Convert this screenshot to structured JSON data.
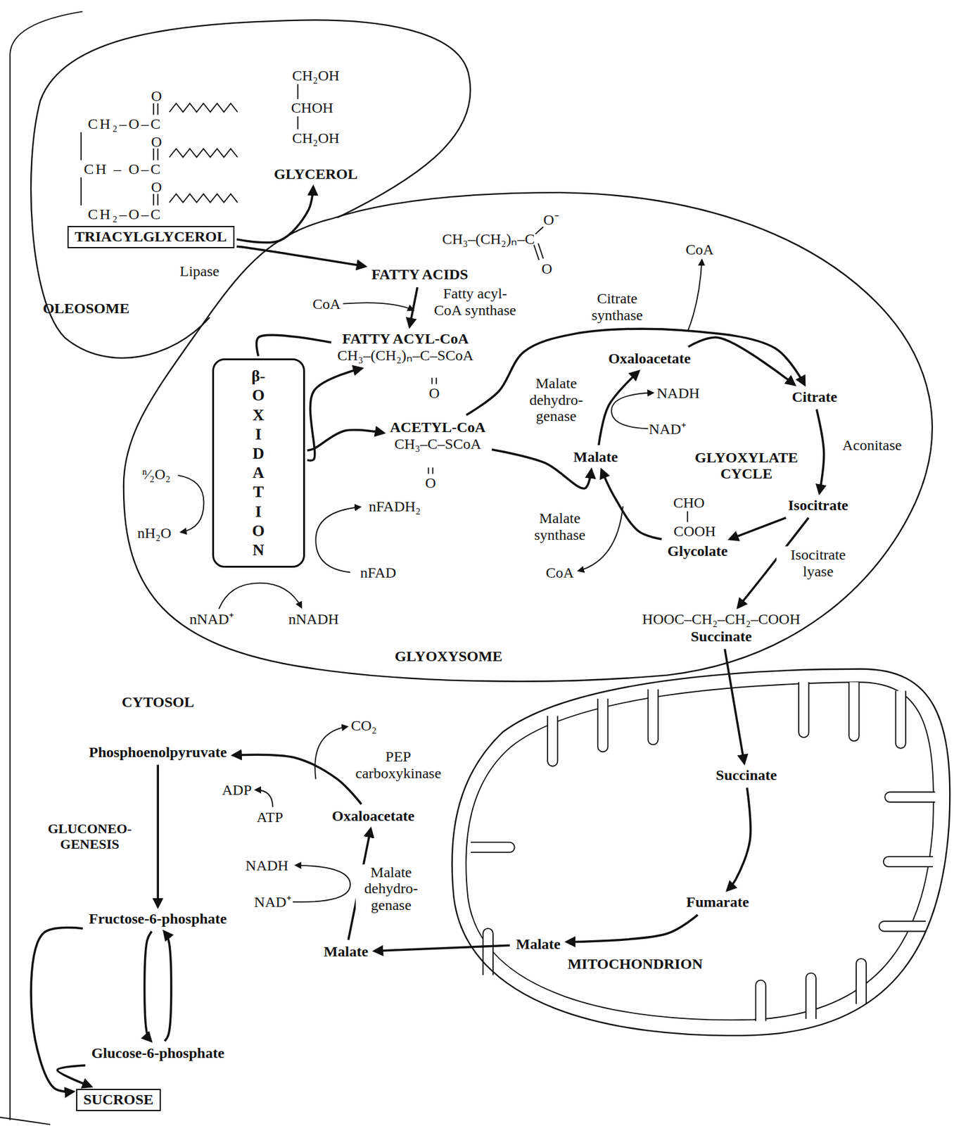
{
  "diagram": {
    "nodes": [
      {
        "text": [
          "OLEOSOME"
        ]
      },
      {
        "text": [
          "TRIACYLGLYCEROL"
        ],
        "in": 0
      },
      {
        "text": [
          "GLYCEROL"
        ],
        "in": 0
      },
      {
        "text": [
          "GLYOXYSOME"
        ]
      },
      {
        "text": [
          "FATTY ACIDS"
        ],
        "in": 3
      },
      {
        "text": [
          "FATTY ACYL-CoA",
          "CH₃–(CH₂)ₙ–C–SCoA"
        ],
        "in": 3
      },
      {
        "text": [
          "ACETYL-CoA",
          "CH₃–C–SCoA"
        ],
        "in": 3
      },
      {
        "text": [
          "β-OXIDATION"
        ],
        "in": 3
      },
      {
        "text": [
          "Oxaloacetate"
        ],
        "in": 3
      },
      {
        "text": [
          "Citrate"
        ],
        "in": 3
      },
      {
        "text": [
          "Isocitrate"
        ],
        "in": 3
      },
      {
        "text": [
          "HOOC–CH₂–CH₂–COOH",
          "Succinate"
        ],
        "in": 3
      },
      {
        "text": [
          "Glycolate"
        ],
        "in": 3
      },
      {
        "text": [
          "Malate"
        ],
        "in": 3
      },
      {
        "text": [
          "MITOCHONDRION"
        ]
      },
      {
        "text": [
          "Succinate"
        ],
        "in": 14
      },
      {
        "text": [
          "Fumarate"
        ],
        "in": 14
      },
      {
        "text": [
          "Malate"
        ],
        "in": 14
      },
      {
        "text": [
          "Malate"
        ]
      },
      {
        "text": [
          "Oxaloacetate"
        ]
      },
      {
        "text": [
          "Phosphoenolpyruvate"
        ]
      },
      {
        "text": [
          "Fructose-6-phosphate"
        ]
      },
      {
        "text": [
          "Glucose-6-phosphate"
        ]
      },
      {
        "text": [
          "SUCROSE"
        ]
      }
    ],
    "edges": [
      {
        "from": 1,
        "to": 2,
        "arrow": "to"
      },
      {
        "from": 1,
        "to": 4,
        "label": "Lipase",
        "arrow": "to"
      },
      {
        "from": 4,
        "to": 5,
        "label": "Fatty acyl- CoA synthase",
        "arrow": "to"
      },
      {
        "from": 5,
        "to": 7,
        "arrow": "none"
      },
      {
        "from": 7,
        "to": 5,
        "arrow": "to"
      },
      {
        "from": 7,
        "to": 6,
        "arrow": "to"
      },
      {
        "from": 6,
        "to": 9,
        "arrow": "to"
      },
      {
        "from": 8,
        "to": 9,
        "label": "Citrate synthase",
        "arrow": "to"
      },
      {
        "from": 9,
        "to": 10,
        "label": "Aconitase",
        "arrow": "to"
      },
      {
        "from": 10,
        "to": 11,
        "label": "Isocitrate lyase",
        "arrow": "to"
      },
      {
        "from": 10,
        "to": 12,
        "arrow": "to"
      },
      {
        "from": 12,
        "to": 13,
        "label": "Malate synthase",
        "arrow": "to"
      },
      {
        "from": 6,
        "to": 13,
        "arrow": "to"
      },
      {
        "from": 13,
        "to": 8,
        "label": "Malate dehydro- genase",
        "arrow": "to"
      },
      {
        "from": 11,
        "to": 15,
        "arrow": "to"
      },
      {
        "from": 15,
        "to": 16,
        "arrow": "to"
      },
      {
        "from": 16,
        "to": 17,
        "arrow": "to"
      },
      {
        "from": 17,
        "to": 18,
        "arrow": "to"
      },
      {
        "from": 18,
        "to": 19,
        "label": "Malate dehydro- genase",
        "arrow": "to"
      },
      {
        "from": 19,
        "to": 20,
        "label": "PEP carboxykinase",
        "arrow": "to"
      },
      {
        "from": 20,
        "to": 21,
        "label": "GLUCONEO- GENESIS",
        "arrow": "to"
      },
      {
        "from": 21,
        "to": 22,
        "arrow": "to"
      },
      {
        "from": 22,
        "to": 21,
        "arrow": "to"
      },
      {
        "from": 21,
        "to": 23,
        "arrow": "to"
      },
      {
        "from": 22,
        "to": 23,
        "arrow": "to"
      }
    ],
    "labels": [
      "O",
      "CH₂–O–C",
      "O",
      "CH – O–C",
      "O",
      "CH₂–O–C",
      "CH₂OH",
      "CHOH",
      "CH₂OH",
      "CH₃–(CH₂)ₙ–C",
      "O⁻",
      "O",
      "CoA",
      "O",
      "O",
      "ⁿ⁄₂O₂",
      "nH₂O",
      "nFADH₂",
      "nFAD",
      "nNAD⁺",
      "nNADH",
      "CoA",
      "NADH",
      "NAD⁺",
      "GLYOXYLATE CYCLE",
      "CHO",
      "COOH",
      "CoA",
      "CYTOSOL",
      "CO₂",
      "ADP",
      "ATP",
      "NADH",
      "NAD⁺"
    ]
  }
}
